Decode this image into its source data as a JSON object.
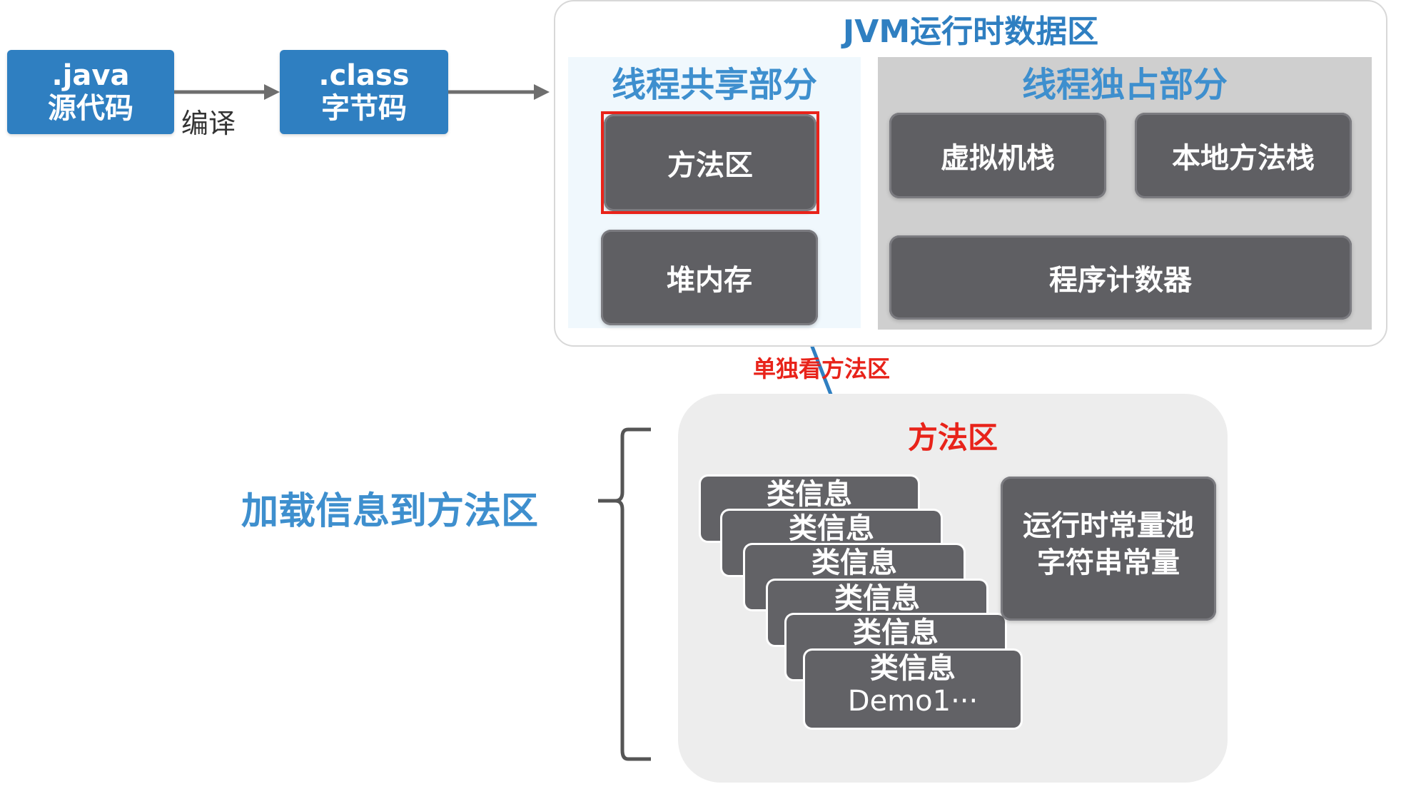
{
  "source": {
    "java_ext": ".java",
    "java_label": "源代码",
    "compile_label": "编译",
    "class_ext": ".class",
    "class_label": "字节码"
  },
  "jvm": {
    "title": "JVM运行时数据区",
    "shared": {
      "title": "线程共享部分",
      "method_area": "方法区",
      "heap": "堆内存"
    },
    "exclusive": {
      "title": "线程独占部分",
      "vm_stack": "虚拟机栈",
      "native_stack": "本地方法栈",
      "pc": "程序计数器"
    }
  },
  "zoom_label": "单独看方法区",
  "load_label": "加载信息到方法区",
  "method_area_detail": {
    "title": "方法区",
    "class_cards": [
      "类信息",
      "类信息",
      "类信息",
      "类信息",
      "类信息",
      "类信息"
    ],
    "last_card_sub": "Demo1···",
    "pool_line1": "运行时常量池",
    "pool_line2": "字符串常量"
  },
  "colors": {
    "blue_box": "#2f7fc1",
    "section_title": "#3e8fce",
    "dark_box": "#5f5f63",
    "highlight_red": "#e8231a",
    "arrow_blue": "#2f7fc1",
    "underline_orange": "#e8a04a"
  }
}
